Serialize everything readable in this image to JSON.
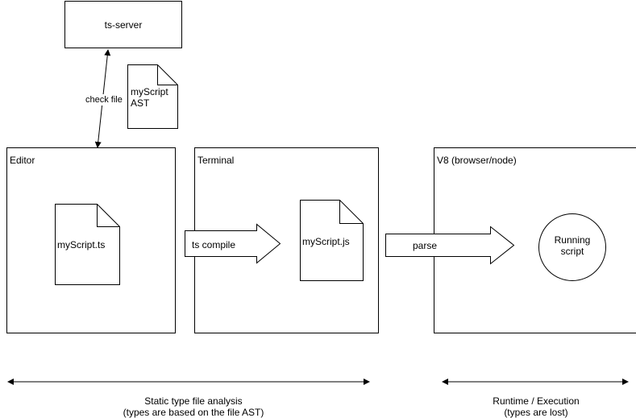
{
  "ts_server": {
    "label": "ts-server"
  },
  "check_file": {
    "label": "check file"
  },
  "ast_doc": {
    "line1": "myScript",
    "line2": "AST"
  },
  "editor": {
    "title": "Editor",
    "file": "myScript.ts"
  },
  "terminal": {
    "title": "Terminal",
    "file": "myScript.js"
  },
  "v8": {
    "title": "V8 (browser/node)",
    "running_line1": "Running",
    "running_line2": "script"
  },
  "arrows": {
    "compile": "ts compile",
    "parse": "parse"
  },
  "static_analysis": {
    "line1": "Static type file analysis",
    "line2": "(types are based on the file AST)"
  },
  "runtime": {
    "line1": "Runtime / Execution",
    "line2": "(types are lost)"
  }
}
